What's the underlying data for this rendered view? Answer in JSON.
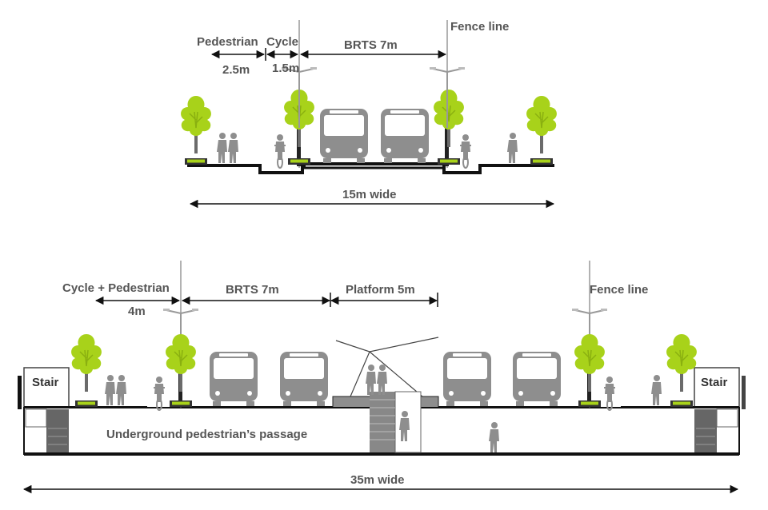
{
  "top_section": {
    "labels": {
      "pedestrian": "Pedestrian",
      "cycle": "Cycle",
      "brts": "BRTS 7m",
      "fence": "Fence line",
      "ped_width": "2.5m",
      "cycle_width": "1.5m",
      "total_width": "15m wide"
    }
  },
  "bottom_section": {
    "labels": {
      "cycle_ped": "Cycle + Pedestrian",
      "cycle_ped_width": "4m",
      "brts": "BRTS 7m",
      "platform": "Platform 5m",
      "fence": "Fence line",
      "stair_left": "Stair",
      "stair_right": "Stair",
      "underground": "Underground pedestrian’s passage",
      "total_width": "35m wide"
    }
  },
  "colors": {
    "tree": "#a8d21a",
    "bus": "#8e8e8e",
    "ground": "#111111",
    "text": "#555555"
  }
}
